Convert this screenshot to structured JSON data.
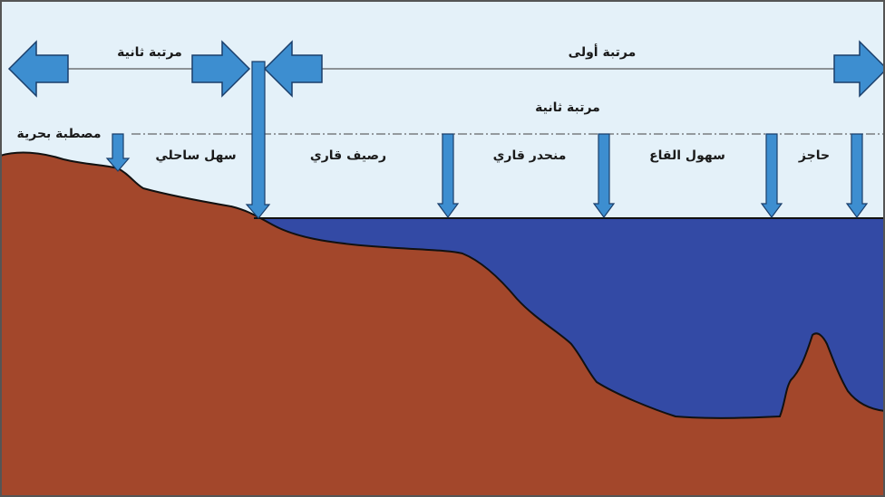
{
  "labels": {
    "second_order_left": "مرتبة ثانية",
    "first_order": "مرتبة أولى",
    "second_order_center": "مرتبة ثانية",
    "marine_terrace": "مصطبة بحرية",
    "coastal_plain": "سهل ساحلي",
    "continental_shelf": "رصيف قاري",
    "continental_slope": "منحدر قاري",
    "abyssal_plains": "سهول القاع",
    "barrier": "حاجز"
  },
  "colors": {
    "sky": "#e4f1f9",
    "ocean": "#334aa5",
    "land": "#a3472b",
    "arrow": "#3d8ed0",
    "frame": "#555555"
  }
}
